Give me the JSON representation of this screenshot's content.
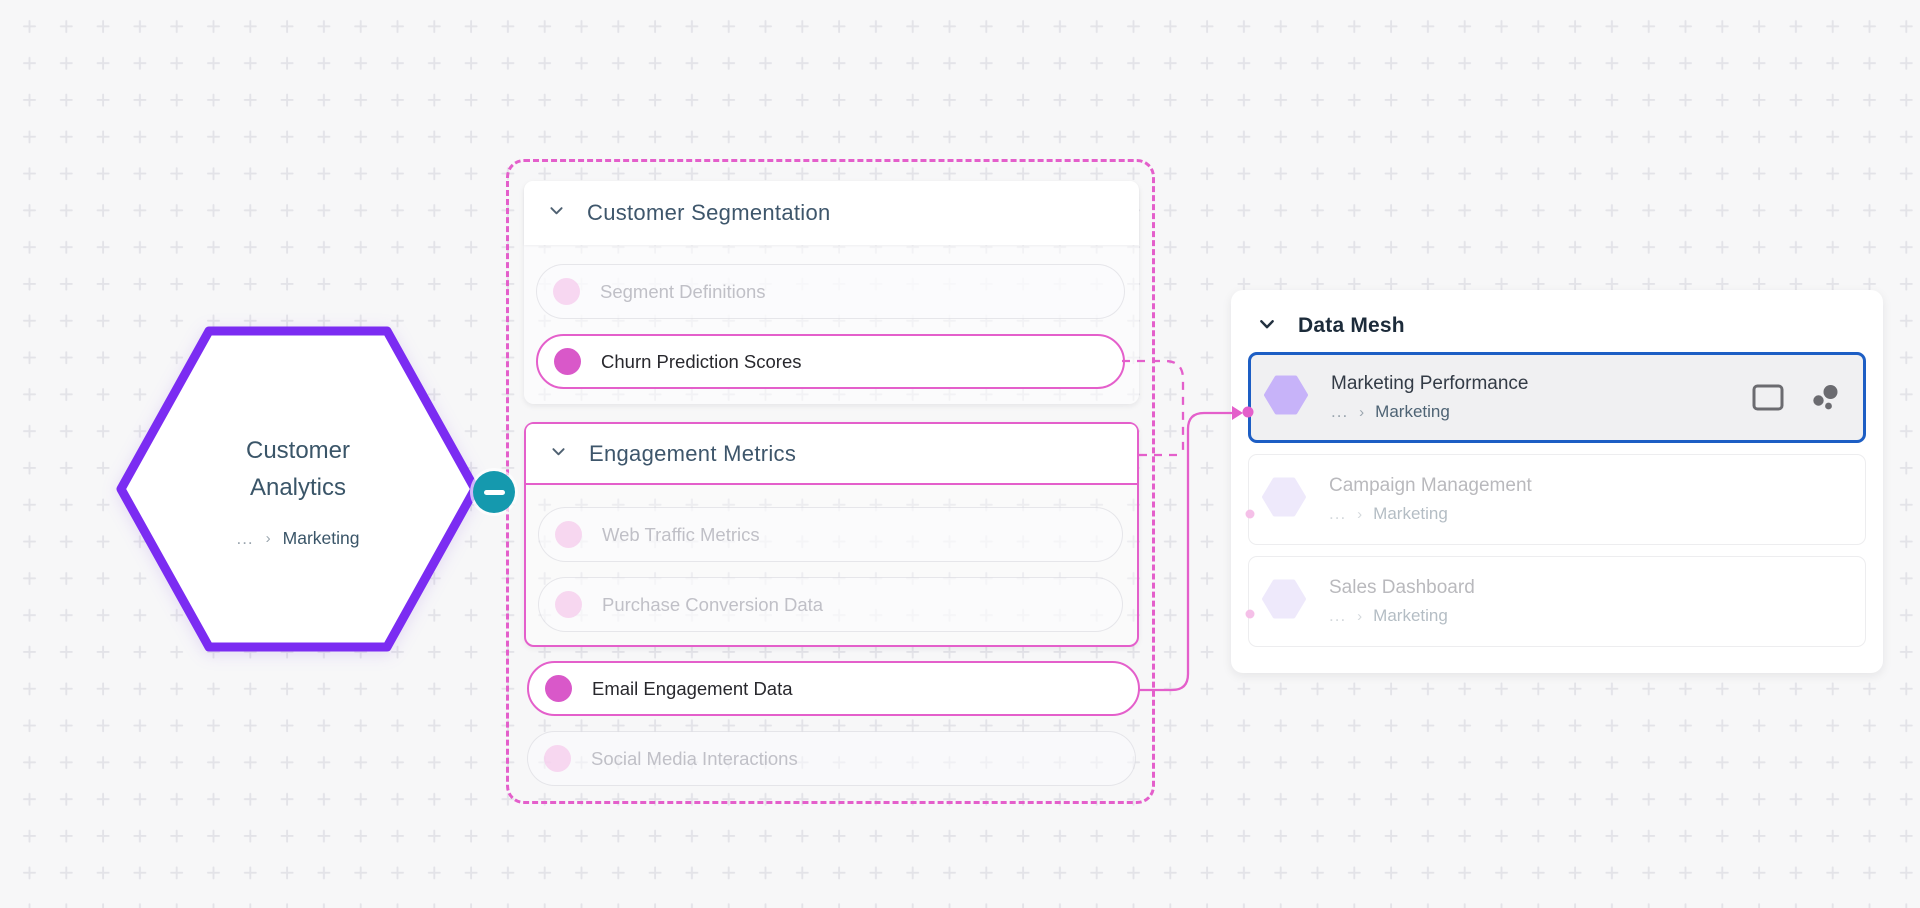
{
  "node_customer_analytics": {
    "title_line1": "Customer",
    "title_line2": "Analytics",
    "breadcrumb": {
      "ellipsis": "...",
      "separator": "›",
      "domain": "Marketing"
    }
  },
  "collapse_handle": {
    "symbol": "minus"
  },
  "groups": {
    "customer_segmentation": {
      "title": "Customer Segmentation",
      "items": [
        {
          "label": "Segment Definitions",
          "state": "disabled"
        },
        {
          "label": "Churn Prediction Scores",
          "state": "highlighted"
        }
      ]
    },
    "engagement_metrics": {
      "title": "Engagement Metrics",
      "items": [
        {
          "label": "Web Traffic Metrics",
          "state": "disabled"
        },
        {
          "label": "Purchase Conversion Data",
          "state": "disabled"
        }
      ]
    }
  },
  "standalone_items": [
    {
      "label": "Email Engagement Data",
      "state": "highlighted"
    },
    {
      "label": "Social Media Interactions",
      "state": "disabled"
    }
  ],
  "data_mesh_panel": {
    "title": "Data Mesh",
    "items": [
      {
        "title": "Marketing Performance",
        "breadcrumb_ellipsis": "...",
        "breadcrumb_separator": "›",
        "breadcrumb": "Marketing",
        "state": "selected"
      },
      {
        "title": "Campaign Management",
        "breadcrumb_ellipsis": "...",
        "breadcrumb_separator": "›",
        "breadcrumb": "Marketing",
        "state": "disabled"
      },
      {
        "title": "Sales Dashboard",
        "breadcrumb_ellipsis": "...",
        "breadcrumb_separator": "›",
        "breadcrumb": "Marketing",
        "state": "disabled"
      }
    ]
  },
  "colors": {
    "node_purple": "#7b2cf2",
    "pink": "#e45fcb",
    "pink_fill": "#d958c9",
    "pink_faded": "#f6cbec",
    "teal": "#1599ae",
    "selection_blue": "#1d5ec4",
    "hexagon_icon_purple": "#c7b3f9",
    "text_slate": "#3a5568",
    "text_navy": "#1c2b3a",
    "background": "#f7f7f8"
  }
}
